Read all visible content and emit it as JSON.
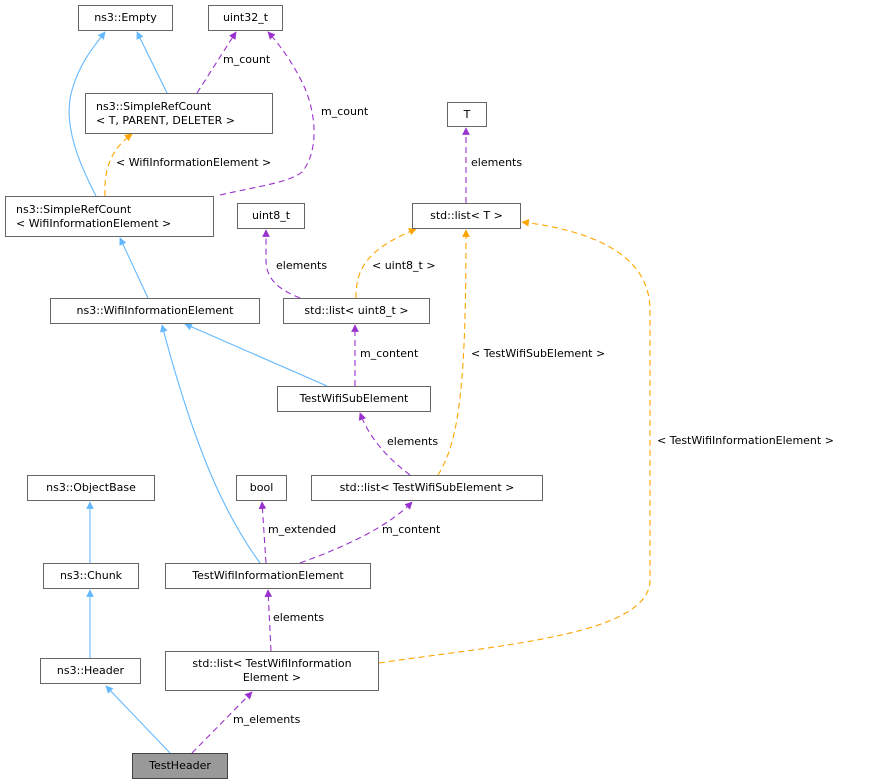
{
  "colors": {
    "inheritance": "#63b8ff",
    "usage": "#9a32cd",
    "template": "#ffa500",
    "current_node": "#999999"
  },
  "nodes": {
    "empty": "ns3::Empty",
    "uint32": "uint32_t",
    "src_generic_1": "ns3::SimpleRefCount",
    "src_generic_2": "< T, PARENT, DELETER >",
    "src_wie_1": "ns3::SimpleRefCount",
    "src_wie_2": "< WifiInformationElement >",
    "t": "T",
    "list_t": "std::list< T >",
    "uint8": "uint8_t",
    "list_uint8": "std::list< uint8_t >",
    "wie": "ns3::WifiInformationElement",
    "sub": "TestWifiSubElement",
    "objectbase": "ns3::ObjectBase",
    "bool": "bool",
    "list_sub": "std::list< TestWifiSubElement >",
    "chunk": "ns3::Chunk",
    "test_wie": "TestWifiInformationElement",
    "header": "ns3::Header",
    "list_test_wie_1": "std::list< TestWifiInformation",
    "list_test_wie_2": "Element >",
    "test_header": "TestHeader"
  },
  "edge_labels": {
    "m_count_1": "m_count",
    "m_count_2": "m_count",
    "tpl_wie": "< WifiInformationElement >",
    "elements_uint8": "elements",
    "tpl_uint8": "< uint8_t >",
    "elements_t": "elements",
    "m_content_sub": "m_content",
    "elements_sub": "elements",
    "tpl_sub": "< TestWifiSubElement >",
    "m_extended": "m_extended",
    "m_content_list": "m_content",
    "elements_test_wie": "elements",
    "tpl_test_wie": "< TestWifiInformationElement >",
    "m_elements": "m_elements"
  }
}
